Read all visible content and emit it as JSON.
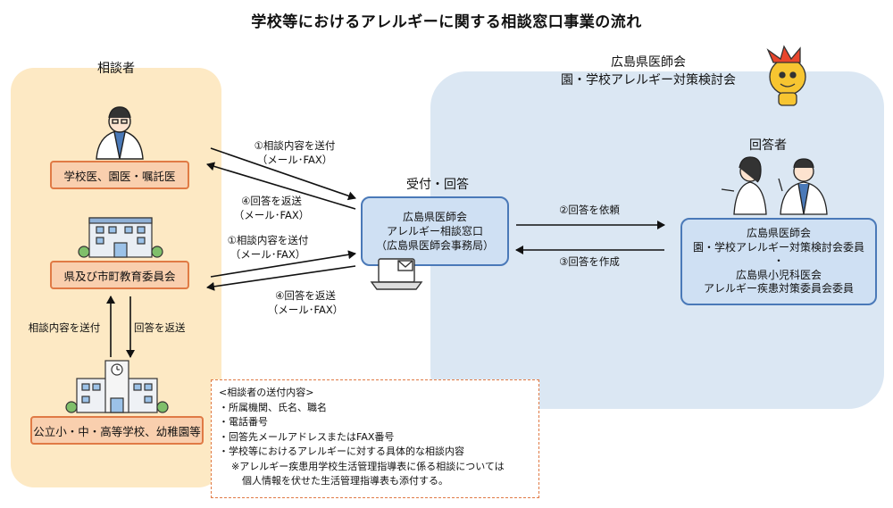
{
  "title": "学校等におけるアレルギーに関する相談窓口事業の流れ",
  "consulter": {
    "heading": "相談者",
    "boxes": [
      "学校医、園医・嘱託医",
      "県及び市町教育委員会",
      "公立小・中・高等学校、幼稚園等"
    ],
    "vertical_left": "相談内容を送付",
    "vertical_right": "回答を返送"
  },
  "committee": {
    "line1": "広島県医師会",
    "line2": "園・学校アレルギー対策検討会"
  },
  "reception": {
    "heading": "受付・回答",
    "lines": [
      "広島県医師会",
      "アレルギー相談窓口",
      "（広島県医師会事務局）"
    ]
  },
  "answerer": {
    "heading": "回答者",
    "lines": [
      "広島県医師会",
      "園・学校アレルギー対策検討会委員",
      "・",
      "広島県小児科医会",
      "アレルギー疾患対策委員会委員"
    ]
  },
  "arrows": {
    "send1": [
      "①相談内容を送付",
      "（メール･FAX）"
    ],
    "return1": [
      "④回答を返送",
      "（メール･FAX）"
    ],
    "send2": [
      "①相談内容を送付",
      "（メール･FAX）"
    ],
    "return2": [
      "④回答を返送",
      "（メール･FAX）"
    ],
    "request": "②回答を依頼",
    "create": "③回答を作成"
  },
  "notes": {
    "header": "<相談者の送付内容>",
    "items": [
      "・所属機関、氏名、職名",
      "・電話番号",
      "・回答先メールアドレスまたはFAX番号",
      "・学校等におけるアレルギーに対する具体的な相談内容"
    ],
    "sub1": "※アレルギー疾患用学校生活管理指導表に係る相談については",
    "sub2": "個人情報を伏せた生活管理指導表も添付する。"
  }
}
